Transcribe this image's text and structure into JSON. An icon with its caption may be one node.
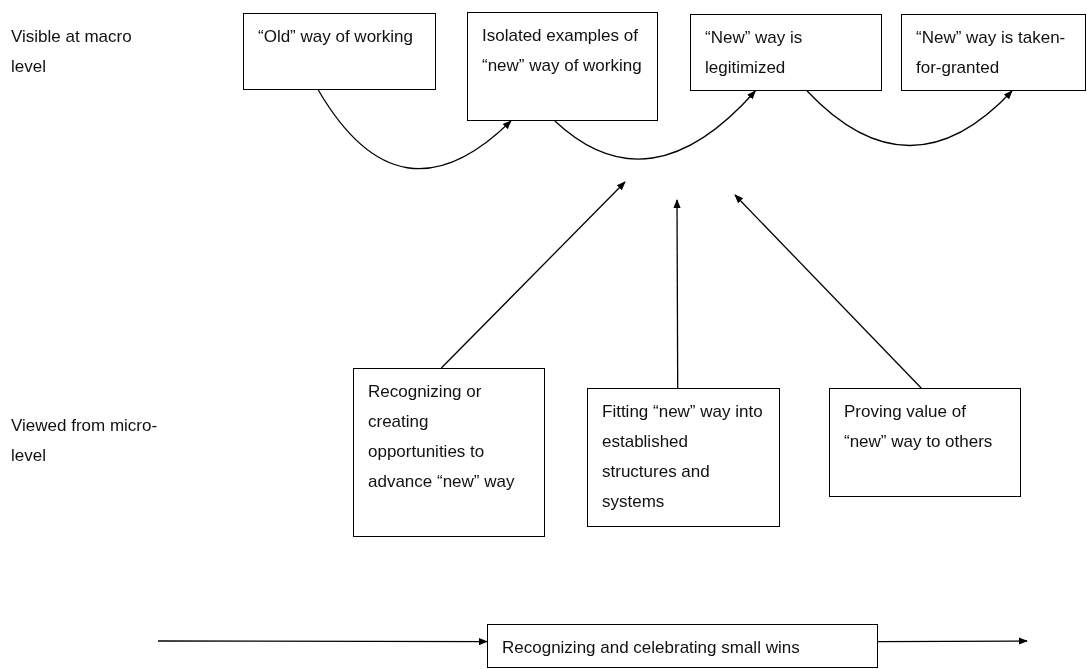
{
  "diagram": {
    "nodes": [
      {
        "text": [
          "“Old” way of working"
        ]
      },
      {
        "text": [
          "Isolated examples of “new” way of working"
        ]
      },
      {
        "text": [
          "“New” way is legitimized"
        ]
      },
      {
        "text": [
          "“New” way is taken-for-granted"
        ]
      },
      {
        "text": [
          "Recognizing or creating opportunities to advance “new” way"
        ]
      },
      {
        "text": [
          "Fitting “new” way into established structures and systems"
        ]
      },
      {
        "text": [
          "Proving value of “new” way to others"
        ]
      },
      {
        "text": [
          "Recognizing and celebrating small wins"
        ]
      }
    ],
    "edges": [
      {
        "from": 0,
        "to": 1,
        "arrow": "to"
      },
      {
        "from": 1,
        "to": 2,
        "arrow": "to"
      },
      {
        "from": 2,
        "to": 3,
        "arrow": "to"
      },
      {
        "from": 4,
        "to": null,
        "arrow": "to"
      },
      {
        "from": 5,
        "to": null,
        "arrow": "to"
      },
      {
        "from": 6,
        "to": null,
        "arrow": "to"
      },
      {
        "from": null,
        "to": 7,
        "arrow": "to"
      },
      {
        "from": 7,
        "to": null,
        "arrow": "to"
      }
    ],
    "labels": [
      "Visible at macro level",
      "Viewed from micro-level"
    ]
  }
}
